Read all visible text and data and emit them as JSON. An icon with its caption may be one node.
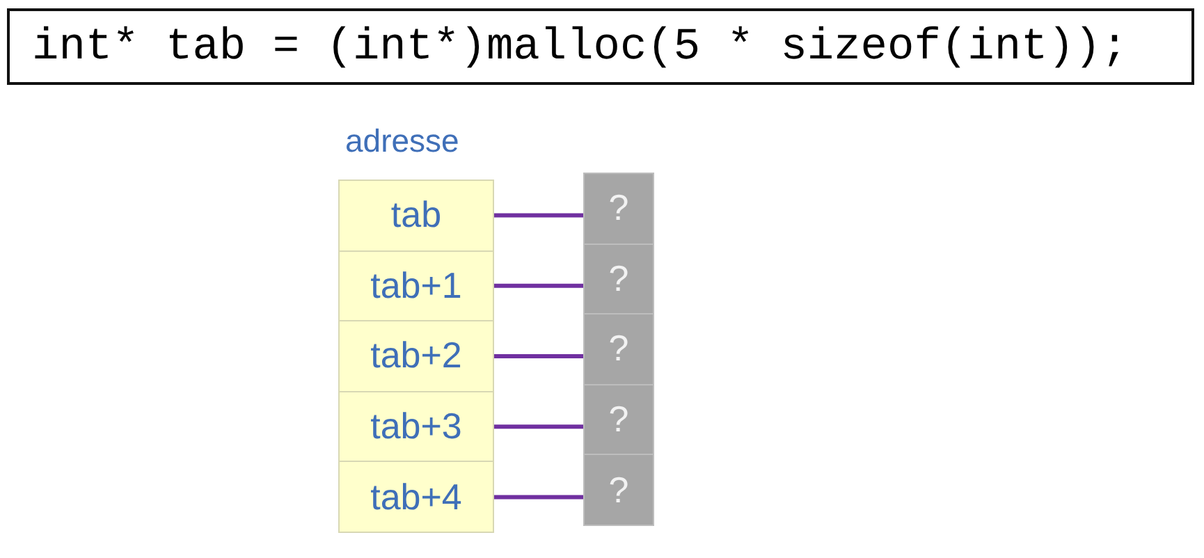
{
  "diagram": {
    "nodes": [
      {
        "text": [
          "int* tab = (int*)malloc(5 * sizeof(int));"
        ]
      },
      {
        "text": [
          "tab"
        ]
      },
      {
        "text": [
          "tab+1"
        ]
      },
      {
        "text": [
          "tab+2"
        ]
      },
      {
        "text": [
          "tab+3"
        ]
      },
      {
        "text": [
          "tab+4"
        ]
      },
      {
        "text": [
          "?"
        ]
      },
      {
        "text": [
          "?"
        ]
      },
      {
        "text": [
          "?"
        ]
      },
      {
        "text": [
          "?"
        ]
      },
      {
        "text": [
          "?"
        ]
      }
    ],
    "edges": [
      {
        "from": 1,
        "to": 6,
        "arrow": "none"
      },
      {
        "from": 2,
        "to": 7,
        "arrow": "none"
      },
      {
        "from": 3,
        "to": 8,
        "arrow": "none"
      },
      {
        "from": 4,
        "to": 9,
        "arrow": "none"
      },
      {
        "from": 5,
        "to": 10,
        "arrow": "none"
      }
    ],
    "labels": [
      "adresse"
    ]
  }
}
